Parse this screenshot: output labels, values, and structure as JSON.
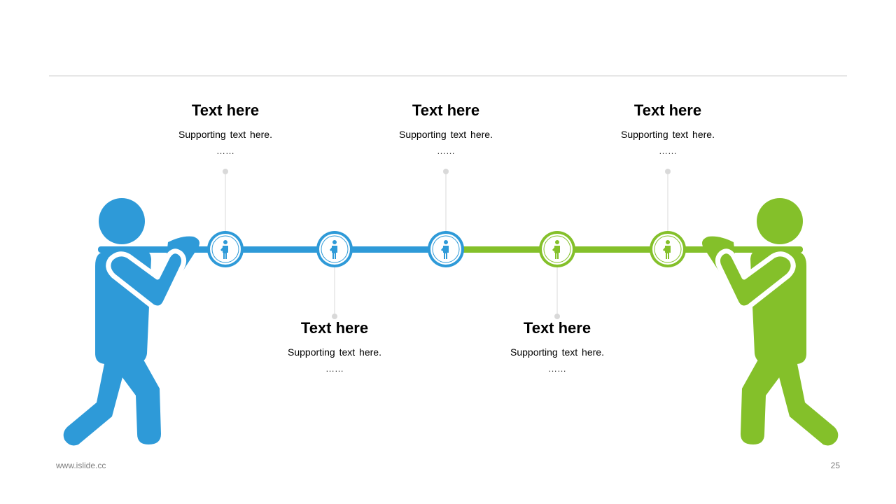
{
  "colors": {
    "blue": "#2e9ad8",
    "green": "#84c02a",
    "connector": "#d9d9d9",
    "rule": "#bdbdbd"
  },
  "timeline": {
    "nodes": [
      {
        "color": "blue",
        "icon": "person-icon",
        "label_position": "above",
        "title": "Text here",
        "body": "Supporting text here.",
        "dots": "……"
      },
      {
        "color": "blue",
        "icon": "person-icon",
        "label_position": "below",
        "title": "Text here",
        "body": "Supporting text here.",
        "dots": "……"
      },
      {
        "color": "blue",
        "icon": "person-icon",
        "label_position": "above",
        "title": "Text here",
        "body": "Supporting text here.",
        "dots": "……"
      },
      {
        "color": "green",
        "icon": "person-icon",
        "label_position": "below",
        "title": "Text here",
        "body": "Supporting text here.",
        "dots": "……"
      },
      {
        "color": "green",
        "icon": "person-icon",
        "label_position": "above",
        "title": "Text here",
        "body": "Supporting text here.",
        "dots": "……"
      }
    ]
  },
  "figures": {
    "left": {
      "icon": "tug-of-war-figure-icon",
      "color": "blue"
    },
    "right": {
      "icon": "tug-of-war-figure-icon",
      "color": "green"
    }
  },
  "footer": {
    "website": "www.islide.cc",
    "page_number": "25"
  }
}
